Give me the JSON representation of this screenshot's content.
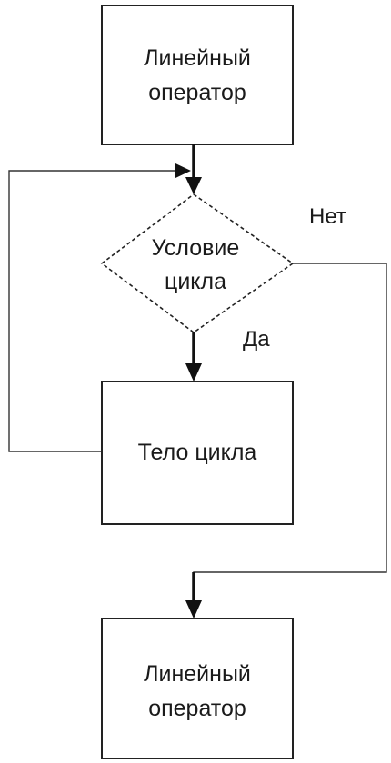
{
  "nodes": {
    "start": {
      "line1": "Линейный",
      "line2": "оператор"
    },
    "condition": {
      "line1": "Условие",
      "line2": "цикла"
    },
    "body": {
      "line1": "Тело цикла"
    },
    "end": {
      "line1": "Линейный",
      "line2": "оператор"
    }
  },
  "edges": {
    "yes_label": "Да",
    "no_label": "Нет"
  },
  "colors": {
    "stroke": "#222222",
    "text": "#1a1a1a",
    "background": "#ffffff"
  }
}
